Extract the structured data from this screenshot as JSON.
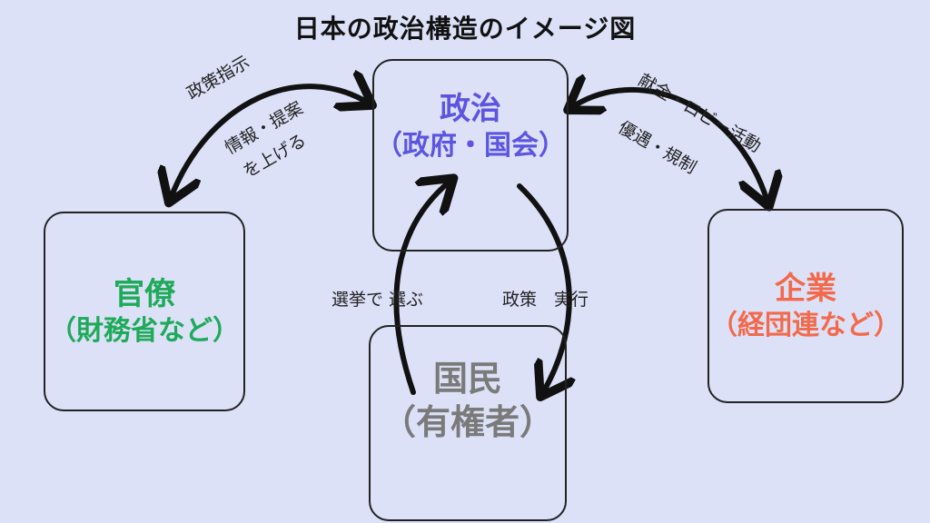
{
  "title": "日本の政治構造のイメージ図",
  "nodes": {
    "politics": {
      "line1": "政治",
      "line2": "（政府・国会）",
      "color": "#5b55e0"
    },
    "bureaucracy": {
      "line1": "官僚",
      "line2": "（財務省など）",
      "color": "#1faa5a"
    },
    "corporations": {
      "line1": "企業",
      "line2": "（経団連など）",
      "color": "#f26a4b"
    },
    "people": {
      "line1": "国民",
      "line2": "（有権者）",
      "color": "#7a7a7a"
    }
  },
  "edges": {
    "policy_instruction": "政策指示",
    "info_proposal_1": "情報・提案",
    "info_proposal_2": "を上げる",
    "donation_lobby": "献金・ロビー活動",
    "preferential_regulation": "優遇・規制",
    "elect": "選挙で 選ぶ",
    "policy_execution": "政策　実行"
  }
}
